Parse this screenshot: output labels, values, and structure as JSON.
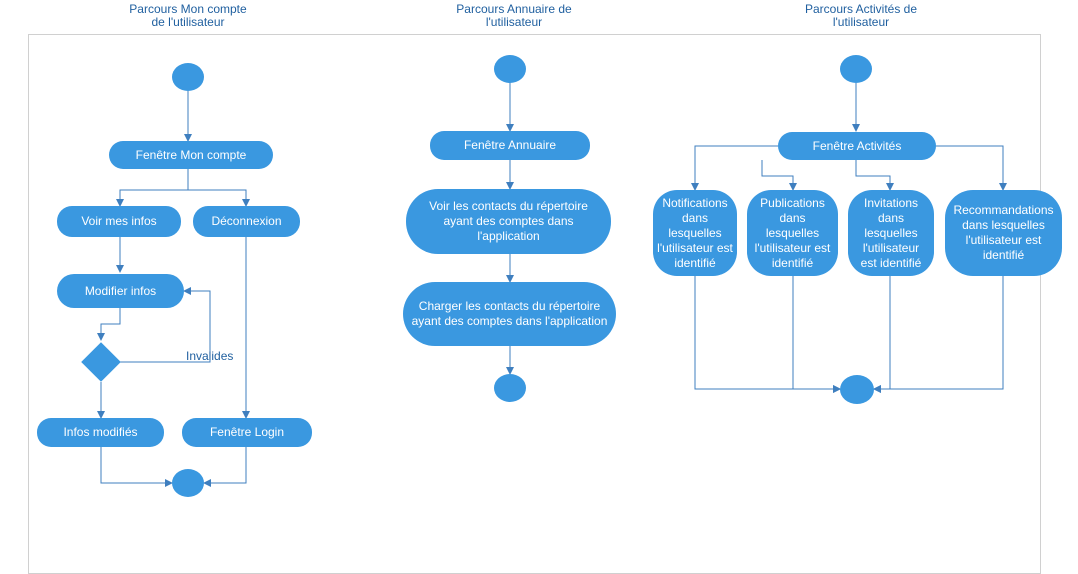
{
  "titles": {
    "mon_compte": [
      "Parcours Mon compte",
      "de l'utilisateur"
    ],
    "annuaire": [
      "Parcours Annuaire de",
      "l'utilisateur"
    ],
    "activites": [
      "Parcours Activités de",
      "l'utilisateur"
    ]
  },
  "lane1": {
    "fenetre_mon_compte": "Fenêtre Mon compte",
    "voir_mes_infos": "Voir mes infos",
    "deconnexion": "Déconnexion",
    "modifier_infos": "Modifier infos",
    "invalides": "Invalides",
    "infos_modifies": "Infos modifiés",
    "fenetre_login": "Fenêtre Login"
  },
  "lane2": {
    "fenetre_annuaire": "Fenêtre Annuaire",
    "voir_contacts": "Voir les contacts du répertoire ayant des comptes dans l'application",
    "charger_contacts": "Charger les contacts du répertoire ayant des comptes dans l'application"
  },
  "lane3": {
    "fenetre_activites": "Fenêtre Activités",
    "notifications": "Notifications dans lesquelles l'utilisateur est identifié",
    "publications": "Publications dans lesquelles l'utilisateur est identifié",
    "invitations": "Invitations dans lesquelles l'utilisateur est identifié",
    "recommandations": "Recommandations dans lesquelles l'utilisateur est identifié"
  },
  "colors": {
    "node": "#3a98e0",
    "edge": "#3f7fbf",
    "title": "#1f5f9f"
  }
}
